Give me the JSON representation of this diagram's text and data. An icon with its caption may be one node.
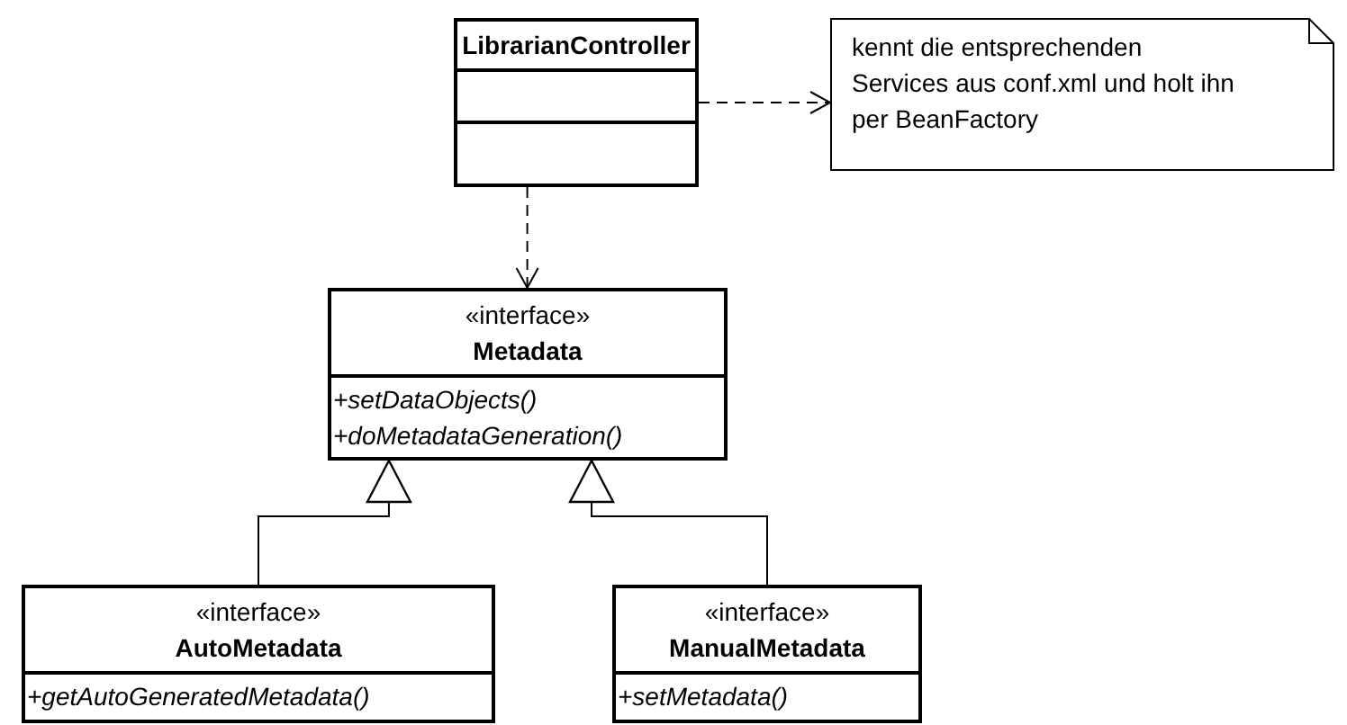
{
  "diagram": {
    "nodes": [
      {
        "text": [
          "LibrarianController"
        ]
      },
      {
        "text": [
          "kennt die entsprechenden Services aus conf.xml und holt ihn per BeanFactory"
        ]
      },
      {
        "text": [
          "«interface»",
          "Metadata",
          "+setDataObjects()",
          "+doMetadataGeneration()"
        ]
      },
      {
        "text": [
          "«interface»",
          "AutoMetadata",
          "+getAutoGeneratedMetadata()"
        ]
      },
      {
        "text": [
          "«interface»",
          "ManualMetadata",
          "+setMetadata()"
        ]
      }
    ],
    "edges": [
      {
        "from": 0,
        "to": 1,
        "arrow": "to",
        "style": "dashed"
      },
      {
        "from": 0,
        "to": 2,
        "arrow": "to",
        "style": "dashed"
      },
      {
        "from": 3,
        "to": 2,
        "arrow": "to"
      },
      {
        "from": 4,
        "to": 2,
        "arrow": "to"
      }
    ]
  }
}
